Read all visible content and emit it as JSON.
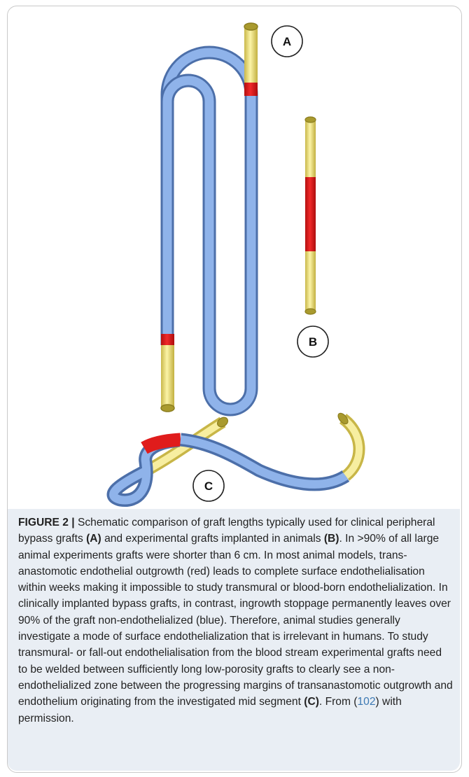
{
  "figure": {
    "labels": {
      "a": "A",
      "b": "B",
      "c": "C"
    },
    "colors": {
      "endothelialized": "#e01c1c",
      "non_endothelialized": "#87aee3",
      "anastomosis_graft_segment": "#f0e58b",
      "caption_background": "#e9eef4",
      "reference_link": "#3b78b3"
    },
    "caption": {
      "heading": "FIGURE 2 |",
      "s1": " Schematic comparison of graft lengths typically used for clinical peripheral bypass grafts ",
      "s1_a": "(A)",
      "s2": " and experimental grafts implanted in animals ",
      "s2_b": "(B)",
      "s3": ". In >90% of all large animal experiments grafts were shorter than 6 cm. In most animal models, trans-anastomotic endothelial outgrowth (red) leads to complete surface endothelialisation within weeks making it impossible to study transmural or blood-born endothelialization. In clinically implanted bypass grafts, in contrast, ingrowth stoppage permanently leaves over 90% of the graft non-endothelialized (blue). Therefore, animal studies generally investigate a mode of surface endothelialization that is irrelevant in humans. To study transmural- or fall-out endothelialisation from the blood stream experimental grafts need to be welded between sufficiently long low-porosity grafts to clearly see a non-endothelialized zone between the progressing margins of transanastomotic outgrowth and endothelium originating from the investigated mid segment ",
      "s3_c": "(C)",
      "s4": ". From (",
      "ref": "102",
      "s5": ") with permission."
    }
  }
}
